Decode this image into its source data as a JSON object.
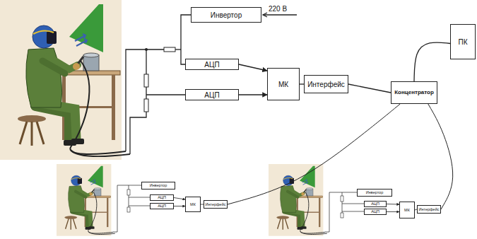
{
  "diagram": {
    "nodes": [
      {
        "text": [
          "Инвертор"
        ]
      },
      {
        "text": [
          "АЦП"
        ]
      },
      {
        "text": [
          "АЦП"
        ]
      },
      {
        "text": [
          "МК"
        ]
      },
      {
        "text": [
          "Интерфейс"
        ]
      },
      {
        "text": [
          "Концентратор"
        ]
      },
      {
        "text": [
          "ПК"
        ]
      },
      {
        "text": [
          "Инвертор"
        ]
      },
      {
        "text": [
          "АЦП"
        ]
      },
      {
        "text": [
          "АЦП"
        ]
      },
      {
        "text": [
          "МК"
        ]
      },
      {
        "text": [
          "Интерфейс"
        ]
      },
      {
        "text": [
          "Инвертор"
        ]
      },
      {
        "text": [
          "АЦП"
        ]
      },
      {
        "text": [
          "АЦП"
        ]
      },
      {
        "text": [
          "МК"
        ]
      },
      {
        "text": [
          "Интерфейс"
        ]
      }
    ],
    "edges": [
      {
        "from": 1,
        "to": 3,
        "arrow": "to"
      },
      {
        "from": 2,
        "to": 3,
        "arrow": "to"
      },
      {
        "from": 3,
        "to": 4,
        "arrow": "none"
      },
      {
        "from": 4,
        "to": 5,
        "arrow": "none"
      },
      {
        "from": 5,
        "to": 6,
        "arrow": "none"
      },
      {
        "from": 8,
        "to": 10,
        "arrow": "to"
      },
      {
        "from": 9,
        "to": 10,
        "arrow": "to"
      },
      {
        "from": 10,
        "to": 11,
        "arrow": "none"
      },
      {
        "from": 11,
        "to": 5,
        "arrow": "none"
      },
      {
        "from": 13,
        "to": 15,
        "arrow": "to"
      },
      {
        "from": 14,
        "to": 15,
        "arrow": "to"
      },
      {
        "from": 15,
        "to": 16,
        "arrow": "none"
      },
      {
        "from": 16,
        "to": 5,
        "arrow": "none"
      }
    ],
    "labels": [
      "220 В"
    ]
  }
}
